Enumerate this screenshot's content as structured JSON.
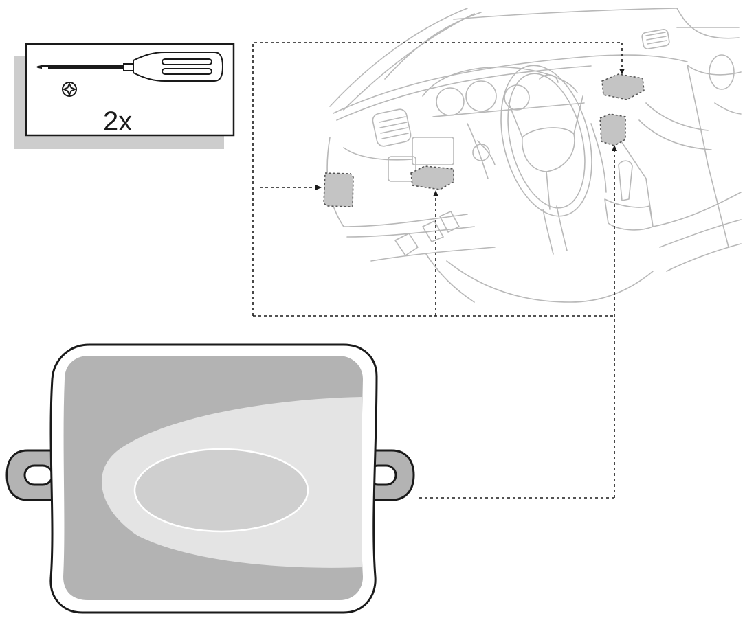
{
  "tool_box": {
    "quantity_label": "2x",
    "tool_icon": "phillips-screwdriver-icon",
    "screw_icon": "phillips-screw-head-icon"
  },
  "car_interior": {
    "mounting_locations": [
      {
        "name": "left-side-panel-location"
      },
      {
        "name": "under-dash-center-location"
      },
      {
        "name": "upper-right-dash-location"
      },
      {
        "name": "right-side-console-location"
      }
    ]
  },
  "control_unit": {
    "icon": "control-module-icon",
    "colors": {
      "body": "#b3b3b3",
      "highlight": "#e4e4e4",
      "oval": "#cfcfcf",
      "outline": "#1a1a1a"
    }
  },
  "colors": {
    "shadow": "#cdcdcd",
    "line": "#1a1a1a",
    "sketch": "#b8b8b8",
    "location_fill": "#c4c4c4"
  }
}
